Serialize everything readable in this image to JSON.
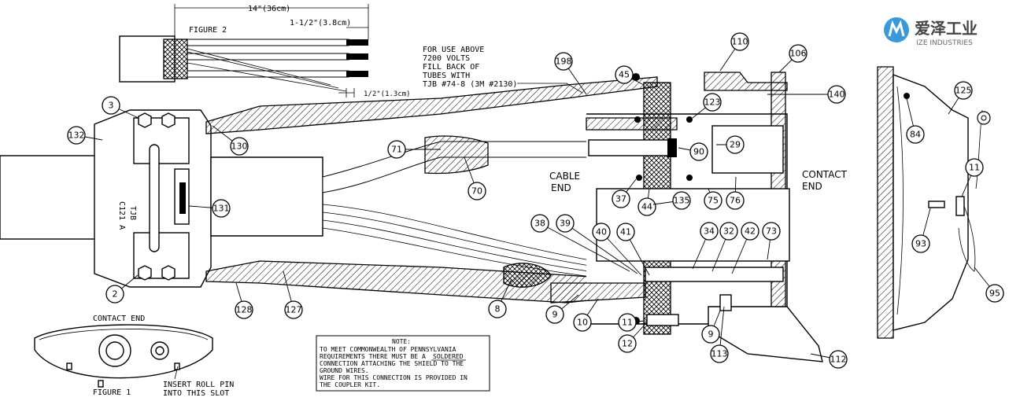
{
  "logo": {
    "cn": "爱泽工业",
    "en": "IZE INDUSTRIES",
    "color": "#3a9ad9"
  },
  "figure2": {
    "title": "FIGURE 2",
    "dim_overall": "14\"(36cm)",
    "dim_strip": "1-1/2\"(3.8cm)",
    "dim_short": "1/2\"(1.3cm)"
  },
  "note_use_above": [
    "FOR USE ABOVE",
    "7200 VOLTS",
    "FILL BACK OF",
    "TUBES WITH",
    "TJB #74-8 (3M #2130)"
  ],
  "coupler_text": [
    "TJB",
    "C121 A"
  ],
  "cable_end": [
    "CABLE",
    "END"
  ],
  "contact_end": [
    "CONTACT",
    "END"
  ],
  "figure1": {
    "heading": "CONTACT END",
    "title": "FIGURE 1",
    "callout": [
      "INSERT ROLL PIN",
      "INTO THIS SLOT"
    ]
  },
  "notebox": {
    "title": "NOTE:",
    "lines": [
      "TO MEET COMMONWEALTH OF PENNSYLVANIA",
      "REQUIREMENTS THERE MUST BE A",
      "SOLDERED",
      "CONNECTION ATTACHING THE SHIELD TO THE",
      "GROUND WIRES.",
      "WIRE FOR THIS CONNECTION IS PROVIDED IN",
      "THE COUPLER KIT."
    ]
  },
  "callouts": [
    "3",
    "132",
    "2",
    "130",
    "131",
    "128",
    "127",
    "71",
    "70",
    "8",
    "9",
    "10",
    "11",
    "12",
    "9",
    "113",
    "112",
    "198",
    "45",
    "110",
    "106",
    "140",
    "123",
    "29",
    "90",
    "38",
    "39",
    "40",
    "41",
    "37",
    "44",
    "135",
    "75",
    "76",
    "34",
    "32",
    "42",
    "73",
    "125",
    "84",
    "11",
    "93",
    "95"
  ]
}
